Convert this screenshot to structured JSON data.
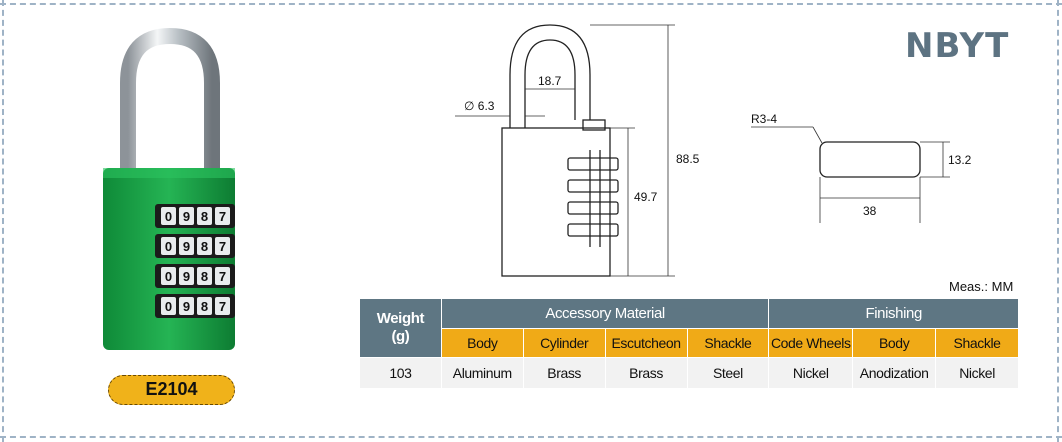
{
  "brand": "NBYT",
  "model": "E2104",
  "units_note": "Meas.: MM",
  "dimensions": {
    "shackle_diameter": "∅ 6.3",
    "shackle_inner_width": "18.7",
    "total_height": "88.5",
    "body_height": "49.7",
    "corner_radius": "R3-4",
    "body_width": "38",
    "body_thickness": "13.2"
  },
  "dial_digits": [
    "0",
    "9",
    "8",
    "7"
  ],
  "table": {
    "weight_header": [
      "Weight",
      "(g)"
    ],
    "group_accessory": "Accessory Material",
    "group_finishing": "Finishing",
    "accessory_columns": [
      "Body",
      "Cylinder",
      "Escutcheon",
      "Shackle"
    ],
    "finishing_columns": [
      "Code Wheels",
      "Body",
      "Shackle"
    ],
    "weight_value": "103",
    "accessory_values": [
      "Aluminum",
      "Brass",
      "Brass",
      "Steel"
    ],
    "finishing_values": [
      "Nickel",
      "Anodization",
      "Nickel"
    ]
  },
  "colors": {
    "lock_body": "#1aa34a",
    "header_bg": "#5e7683",
    "subheader_bg": "#f0aa17",
    "badge_bg": "#f0b21a",
    "brand_text": "#5d7382"
  }
}
